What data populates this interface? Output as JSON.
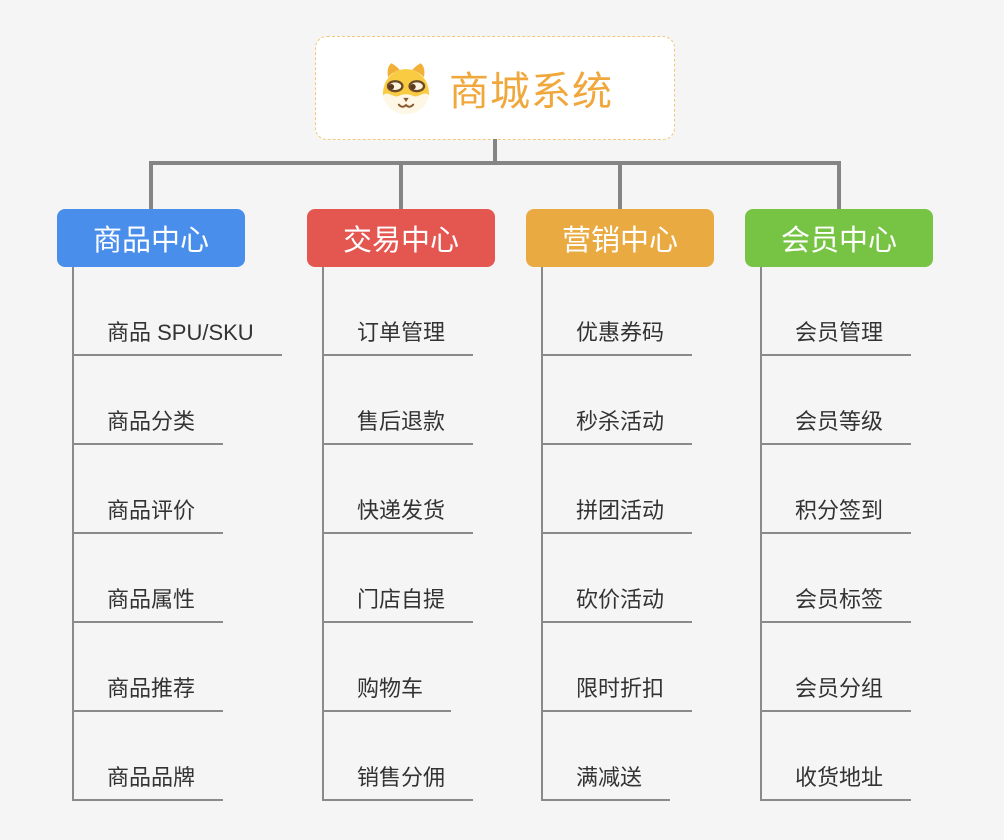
{
  "root": {
    "title": "商城系统",
    "icon": "dog-face-icon"
  },
  "colors": {
    "background": "#F5F5F5",
    "connector": "#858585",
    "underline": "#8A8A8A",
    "item_text": "#333333",
    "root_text": "#F0A73C",
    "root_border": "#F3C77D",
    "root_bg": "#FFFFFF",
    "branch_text": "#FFFFFF"
  },
  "branches": [
    {
      "label": "商品中心",
      "color": "#4A8EEC",
      "children": [
        "商品 SPU/SKU",
        "商品分类",
        "商品评价",
        "商品属性",
        "商品推荐",
        "商品品牌"
      ]
    },
    {
      "label": "交易中心",
      "color": "#E45751",
      "children": [
        "订单管理",
        "售后退款",
        "快递发货",
        "门店自提",
        "购物车",
        "销售分佣"
      ]
    },
    {
      "label": "营销中心",
      "color": "#EAAA42",
      "children": [
        "优惠券码",
        "秒杀活动",
        "拼团活动",
        "砍价活动",
        "限时折扣",
        "满减送"
      ]
    },
    {
      "label": "会员中心",
      "color": "#77C344",
      "children": [
        "会员管理",
        "会员等级",
        "积分签到",
        "会员标签",
        "会员分组",
        "收货地址"
      ]
    }
  ]
}
